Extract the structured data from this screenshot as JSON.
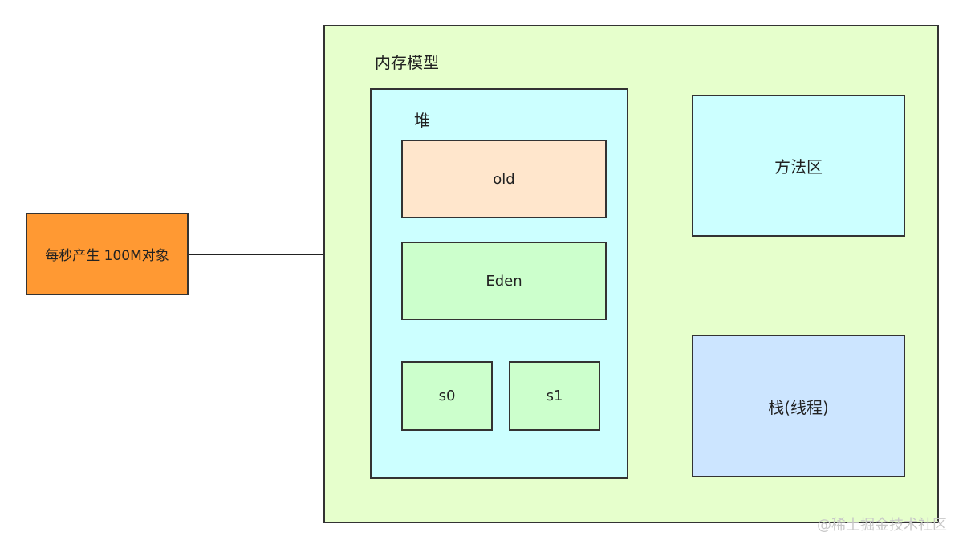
{
  "source": {
    "label": "每秒产生 100M对象"
  },
  "memory_model": {
    "title": "内存模型",
    "heap": {
      "title": "堆",
      "old": "old",
      "eden": "Eden",
      "s0": "s0",
      "s1": "s1"
    },
    "method_area": "方法区",
    "stack": "栈(线程)"
  },
  "watermark": "@稀土掘金技术社区",
  "colors": {
    "source_fill": "#ff9933",
    "memory_fill": "#e6ffcc",
    "heap_fill": "#ccffff",
    "old_fill": "#ffe6cc",
    "eden_fill": "#ccffcc",
    "survivor_fill": "#ccffcc",
    "method_fill": "#ccffff",
    "stack_fill": "#cce5ff",
    "border": "#333333"
  }
}
